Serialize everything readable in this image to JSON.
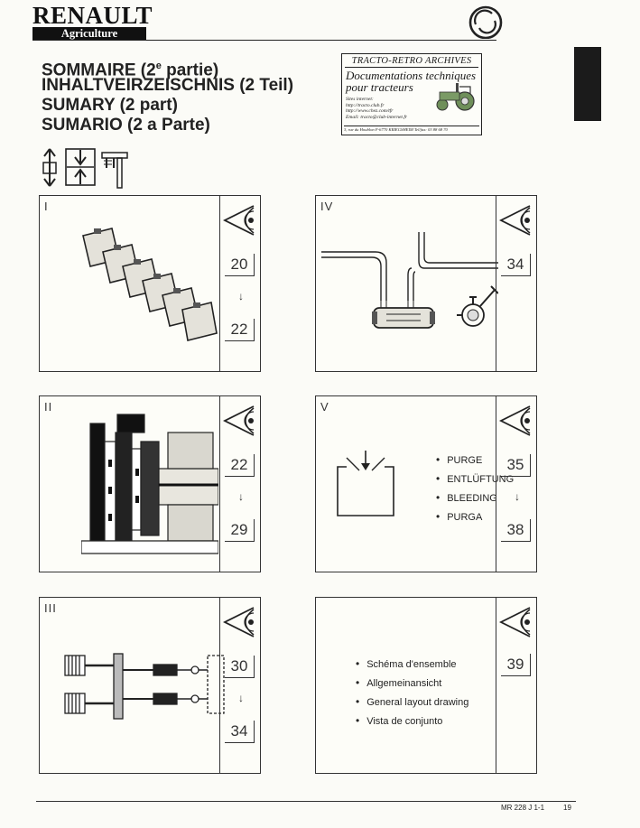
{
  "header": {
    "brand_name": "RENAULT",
    "brand_sub": "Agriculture"
  },
  "titles": {
    "fr": "SOMMAIRE (2",
    "fr_sup": "e",
    "fr_end": " partie)",
    "de": "INHALTVEIRZEISCHNIS (2 Teil)",
    "en": "SUMARY (2 part)",
    "es": "SUMARIO (2 a Parte)"
  },
  "stamp": {
    "heading": "TRACTO-RETRO ARCHIVES",
    "line1": "Documentations techniques",
    "line2": "pour tracteurs",
    "small_lines": [
      "Sites internet:",
      "http://tracto.club.fr",
      "http://www.chez.com/tfr",
      "Email: tracto@club-internet.fr"
    ],
    "footer": "3, rue du Houblon   F-6770 KRIEGSHEIM   Tel/fax: 03 88 68 70"
  },
  "panels": [
    {
      "label": "I",
      "pages": [
        "20",
        "22"
      ],
      "arrow": "↓"
    },
    {
      "label": "IV",
      "pages": [
        "34"
      ]
    },
    {
      "label": "II",
      "pages": [
        "22",
        "29"
      ],
      "arrow": "↓"
    },
    {
      "label": "V",
      "pages": [
        "35",
        "38"
      ],
      "arrow": "↓",
      "bullets": [
        "PURGE",
        "ENTLÜFTUNG",
        "BLEEDING",
        "PURGA"
      ]
    },
    {
      "label": "III",
      "pages": [
        "30",
        "34"
      ],
      "arrow": "↓"
    },
    {
      "label": "",
      "pages": [
        "39"
      ],
      "bullets": [
        "Schéma d'ensemble",
        "Allgemeinansicht",
        "General layout drawing",
        "Vista de conjunto"
      ]
    }
  ],
  "footer": {
    "ref": "MR 228 J 1-1",
    "page": "19"
  },
  "icons": {
    "adjust": "adjust-arrows-icon",
    "clearance": "clearance-gauge-icon",
    "caliper": "vernier-caliper-icon",
    "eye": "eye-inspection-icon"
  }
}
